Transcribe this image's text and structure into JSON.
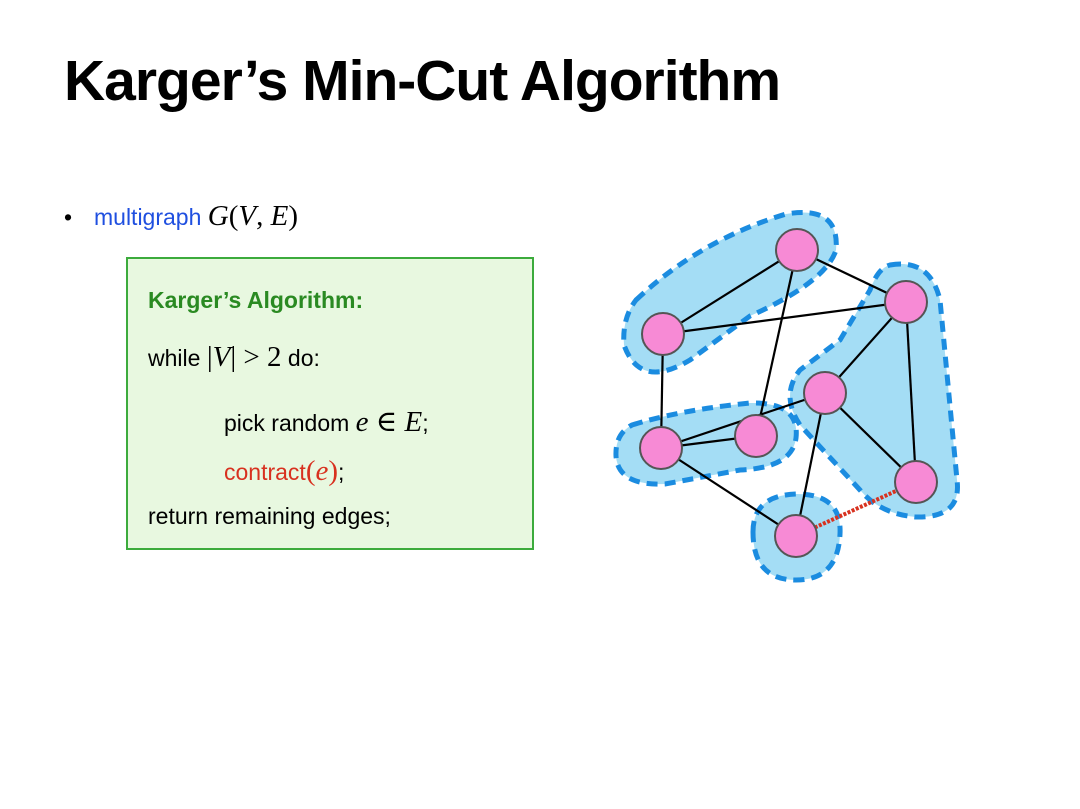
{
  "slide": {
    "title": "Karger’s Min-Cut Algorithm"
  },
  "bullet": {
    "marker": "•",
    "text": "multigraph",
    "math_G": "G",
    "math_open": "(",
    "math_V": "V",
    "math_comma": ", ",
    "math_E": "E",
    "math_close": ")"
  },
  "algorithm": {
    "title": "Karger’s Algorithm:",
    "line1_prefix": "while ",
    "line1_math_bar1": "|",
    "line1_math_V": "V",
    "line1_math_rest": "| > 2",
    "line1_suffix": " do:",
    "line2_prefix": "pick random ",
    "line2_math_e": "e",
    "line2_math_in": " ∈ ",
    "line2_math_E": "E",
    "line2_suffix": ";",
    "line3_prefix": "contract",
    "line3_math_open": "(",
    "line3_math_e": "e",
    "line3_math_close": ")",
    "line3_suffix": ";",
    "line4": "return remaining edges;"
  },
  "colors": {
    "title": "#000000",
    "bullet_word": "#1f4fe0",
    "box_fill": "#e8f8e0",
    "box_border": "#3cab3c",
    "algo_title": "#2a8a22",
    "contract": "#d8311f",
    "region_fill": "#a4ddf5",
    "region_border": "#1b8ce0",
    "node_fill": "#f78ad5",
    "node_stroke": "#555555",
    "edge": "#000000",
    "contracted_edge": "#d8311f"
  },
  "graph": {
    "nodes": [
      "A",
      "B",
      "C",
      "D",
      "E",
      "F",
      "G",
      "H"
    ],
    "edges": [
      [
        "A",
        "B"
      ],
      [
        "A",
        "F"
      ],
      [
        "A",
        "D"
      ],
      [
        "B",
        "C"
      ],
      [
        "B",
        "F"
      ],
      [
        "D",
        "E"
      ],
      [
        "D",
        "C"
      ],
      [
        "D",
        "H"
      ],
      [
        "E",
        "G"
      ],
      [
        "E",
        "H"
      ],
      [
        "E",
        "F"
      ],
      [
        "F",
        "G"
      ]
    ],
    "contracted_edge": [
      "G",
      "H"
    ],
    "groups": [
      [
        "A",
        "B"
      ],
      [
        "C",
        "D"
      ],
      [
        "E",
        "F",
        "G"
      ],
      [
        "H"
      ]
    ]
  }
}
